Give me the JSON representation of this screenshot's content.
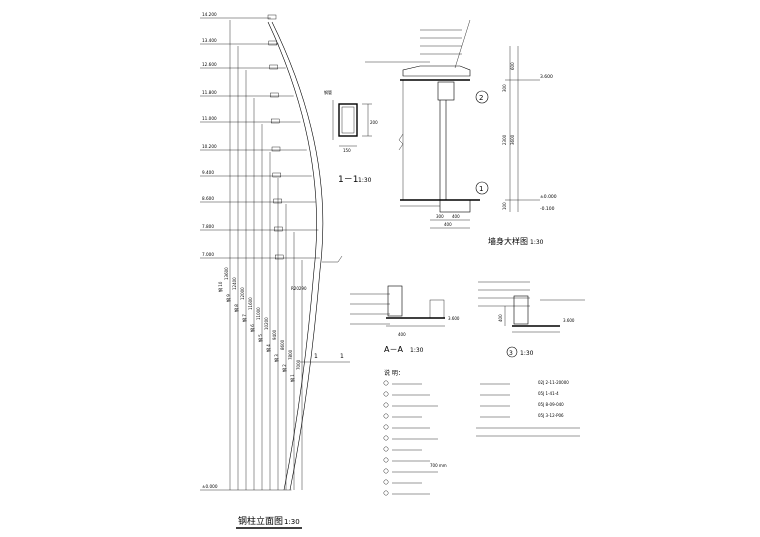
{
  "drawing": {
    "elevation_title": "钢柱立面图",
    "elevation_scale": "1:30",
    "section_1_title": "1－1",
    "section_1_scale": "1:30",
    "wall_detail_title": "墙身大样图",
    "wall_detail_scale": "1:30",
    "section_a_title": "A－A",
    "section_a_scale": "1:30",
    "detail_3_label": "3",
    "detail_3_scale": "1:30",
    "notes_title": "说 明："
  },
  "elevation": {
    "levels": [
      "14.200",
      "13.400",
      "12.600",
      "11.800",
      "11.000",
      "10.200",
      "9.400",
      "8.600",
      "7.800",
      "7.000",
      "±0.000"
    ],
    "column_labels": [
      "钢 10",
      "钢 9",
      "钢 8",
      "钢 7",
      "钢 6",
      "钢 5",
      "钢 4",
      "钢 3",
      "钢 2",
      "钢 1"
    ],
    "column_heights": [
      "13600",
      "12400",
      "12000",
      "11600",
      "11000",
      "10200",
      "9400",
      "8600",
      "7800",
      "7000"
    ],
    "section_mark": "1",
    "curve_note": "R20290"
  },
  "section_1": {
    "dim_width": "150",
    "dim_height": "200",
    "material": "钢管"
  },
  "wall_detail": {
    "levels": [
      "3.600",
      "±0.000",
      "-0.100"
    ],
    "dims_right": [
      "2300",
      "3600",
      "300",
      "600",
      "100"
    ],
    "dims_bottom": [
      "300",
      "400",
      "400"
    ],
    "marker_1": "1",
    "marker_2": "2"
  },
  "section_a": {
    "level": "3.600",
    "dim": "400"
  },
  "detail_3": {
    "level": "3.600",
    "dim": "400"
  },
  "notes": {
    "specs": [
      "02J 2-11-20000",
      "05J 1-41-4",
      "05J 8-09-040",
      "05J 3-12-P06"
    ],
    "item_count": 11,
    "inline_value": "700 mm"
  }
}
